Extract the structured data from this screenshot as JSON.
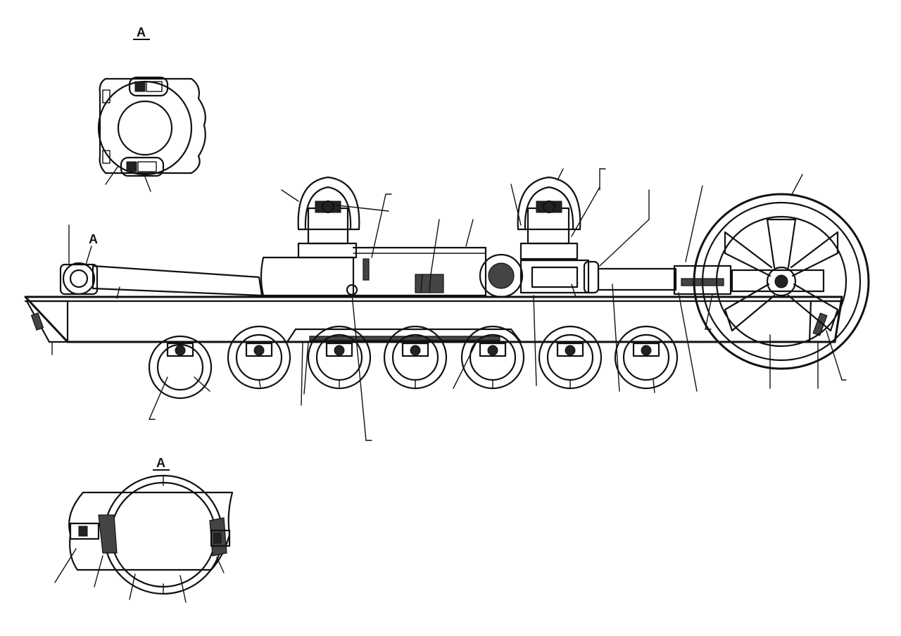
{
  "views": {
    "section_top": {
      "label": "A"
    },
    "section_bottom": {
      "label": "A"
    },
    "main": {
      "callout_label": "A"
    }
  },
  "colors": {
    "ink": "#111111",
    "paper": "#ffffff"
  }
}
